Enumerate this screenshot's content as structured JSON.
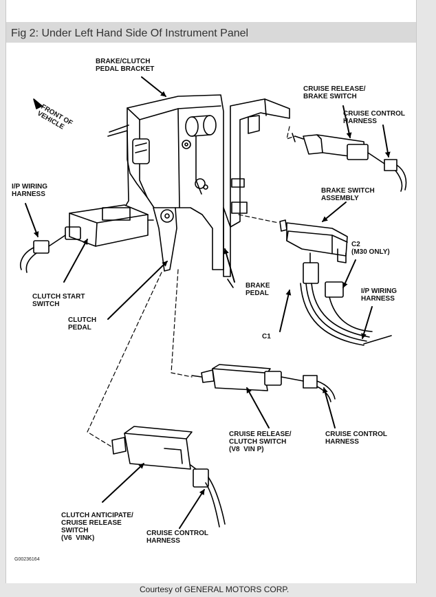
{
  "title": "Fig 2: Under Left Hand Side Of Instrument Panel",
  "labels": {
    "brake_clutch_bracket": "BRAKE/CLUTCH\nPEDAL BRACKET",
    "front_of_vehicle": "FRONT OF\nVEHICLE",
    "cruise_release_brake_switch": "CRUISE RELEASE/\nBRAKE SWITCH",
    "cruise_control_harness_top": "CRUISE CONTROL\nHARNESS",
    "ip_wiring_harness_left": "I/P WIRING\nHARNESS",
    "brake_switch_assembly": "BRAKE SWITCH\nASSEMBLY",
    "c2": "C2\n(M30 ONLY)",
    "ip_wiring_harness_right": "I/P WIRING\nHARNESS",
    "clutch_start_switch": "CLUTCH START\nSWITCH",
    "brake_pedal": "BRAKE\nPEDAL",
    "clutch_pedal": "CLUTCH\nPEDAL",
    "c1": "C1",
    "cruise_release_clutch_switch": "CRUISE RELEASE/\nCLUTCH SWITCH\n(V8  VIN P)",
    "cruise_control_harness_mid": "CRUISE CONTROL\nHARNESS",
    "clutch_anticipate": "CLUTCH ANTICIPATE/\nCRUISE RELEASE\nSWITCH\n(V6  VINK)",
    "cruise_control_harness_bottom": "CRUISE CONTROL\nHARNESS"
  },
  "figure_code": "G00236164",
  "credit": "Courtesy of GENERAL MOTORS CORP."
}
